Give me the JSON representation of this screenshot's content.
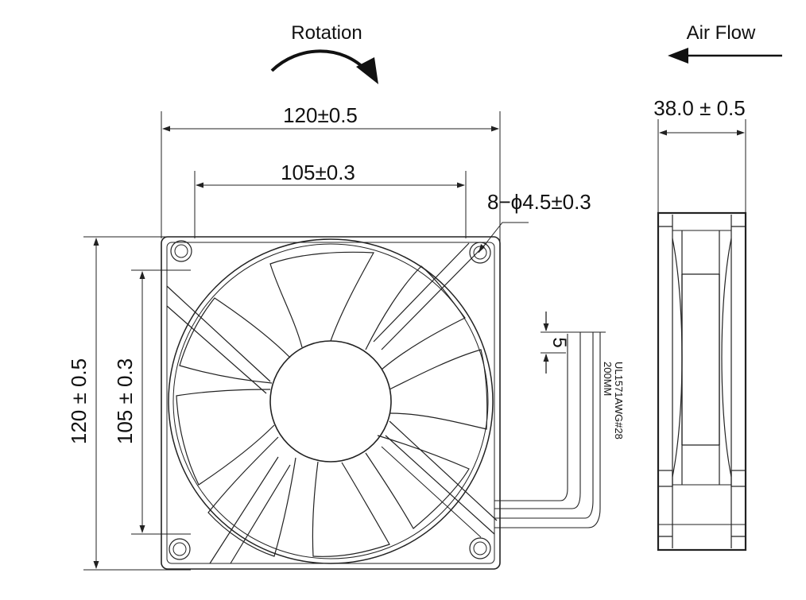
{
  "labels": {
    "rotation": "Rotation",
    "air_flow": "Air Flow",
    "overall_width": "120±0.5",
    "hole_spacing_width": "105±0.3",
    "mounting_holes": "8−ϕ4.5±0.3",
    "overall_height": "120 ± 0.5",
    "hole_spacing_height": "105 ± 0.3",
    "depth": "38.0 ± 0.5",
    "wire_strip": "5",
    "wire_spec": "UL1571AWG#28",
    "wire_length": "200MM"
  },
  "colors": {
    "line": "#222222",
    "background": "#ffffff"
  }
}
